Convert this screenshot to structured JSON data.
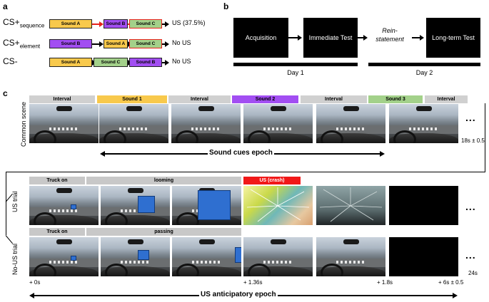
{
  "panels": {
    "a": "a",
    "b": "b",
    "c": "c"
  },
  "panel_a": {
    "rows": [
      {
        "label_main": "CS+",
        "label_sub": "sequence",
        "boxes": [
          "Sound A",
          "Sound B",
          "Sound C"
        ],
        "outcome": "US (37.5%)"
      },
      {
        "label_main": "CS+",
        "label_sub": "element",
        "boxes": [
          "Sound B",
          "Sound A",
          "Sound C"
        ],
        "outcome": "No US"
      },
      {
        "label_main": "CS-",
        "label_sub": "",
        "boxes": [
          "Sound A",
          "Sound C",
          "Sound B"
        ],
        "outcome": "No US"
      }
    ],
    "colors": {
      "sound_a": "#f8c94c",
      "sound_b": "#a24ef2",
      "sound_c": "#a3d18a",
      "red_arrow": "#e8221b"
    }
  },
  "panel_b": {
    "acquisition": "Acquisition",
    "immediate_test": "Immediate Test",
    "reinstatement": "Rein-statement",
    "long_term_test": "Long-term Test",
    "day1": "Day 1",
    "day2": "Day 2"
  },
  "panel_c": {
    "common_scene": "Common scene",
    "headers": [
      "Interval",
      "Sound 1",
      "Interval",
      "Sound 2",
      "Interval",
      "Sound 3",
      "Interval"
    ],
    "header_colors": [
      "#d0d0d0",
      "#f8c94c",
      "#d0d0d0",
      "#a24ef2",
      "#d0d0d0",
      "#a3d18a",
      "#d0d0d0"
    ],
    "duration_top": "18s ± 0.5",
    "sound_cues_epoch": "Sound cues epoch",
    "us_trial": "US trial",
    "no_us_trial": "No-US trial",
    "us_headers": {
      "truck_on": "Truck on",
      "looming": "looming",
      "crash": "US (crash)"
    },
    "nous_headers": {
      "truck_on": "Truck on",
      "passing": "passing"
    },
    "duration_bottom": "24s",
    "time_points": [
      "+ 0s",
      "+ 1.36s",
      "+ 1.8s",
      "+ 6s ± 0.5"
    ],
    "us_anticipatory_epoch": "US anticipatory epoch",
    "ellipsis": "..."
  }
}
